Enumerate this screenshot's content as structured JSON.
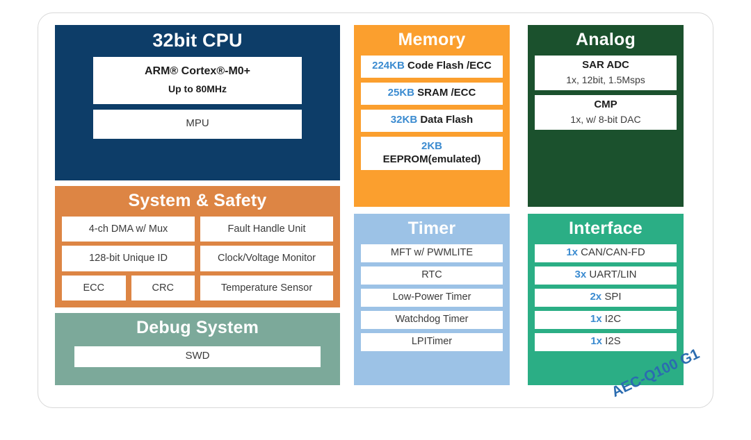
{
  "colors": {
    "cpu": "#0d3d68",
    "system": "#dd8544",
    "debug": "#7ca99a",
    "memory": "#fb9f2e",
    "timer": "#9cc2e6",
    "analog": "#1b512d",
    "interface": "#2bae85",
    "accent_blue": "#3b8bd0",
    "label_blue": "#2b6cb0",
    "card_background": "#ffffff"
  },
  "blocks": {
    "cpu": {
      "title": "32bit CPU",
      "core": {
        "line1": "ARM® Cortex®-M0+",
        "line2": "Up to 80MHz"
      },
      "mpu": "MPU"
    },
    "system": {
      "title": "System & Safety",
      "items": [
        "4-ch DMA w/ Mux",
        "Fault Handle Unit",
        "128-bit Unique ID",
        "Clock/Voltage Monitor",
        "ECC",
        "CRC",
        "Temperature Sensor"
      ]
    },
    "debug": {
      "title": "Debug System",
      "items": [
        "SWD"
      ]
    },
    "memory": {
      "title": "Memory",
      "items": [
        {
          "value": "224KB",
          "label": "Code Flash /ECC"
        },
        {
          "value": "25KB",
          "label": "SRAM /ECC"
        },
        {
          "value": "32KB",
          "label": "Data Flash"
        },
        {
          "value": "2KB",
          "label": "EEPROM(emulated)"
        }
      ]
    },
    "timer": {
      "title": "Timer",
      "items": [
        "MFT w/ PWMLITE",
        "RTC",
        "Low-Power Timer",
        "Watchdog Timer",
        "LPITimer"
      ]
    },
    "analog": {
      "title": "Analog",
      "items": [
        {
          "name": "SAR ADC",
          "spec": "1x, 12bit, 1.5Msps"
        },
        {
          "name": "CMP",
          "spec": "1x, w/ 8-bit DAC"
        }
      ]
    },
    "interface": {
      "title": "Interface",
      "items": [
        {
          "value": "1x",
          "label": "CAN/CAN-FD"
        },
        {
          "value": "3x",
          "label": "UART/LIN"
        },
        {
          "value": "2x",
          "label": "SPI"
        },
        {
          "value": "1x",
          "label": "I2C"
        },
        {
          "value": "1x",
          "label": "I2S"
        }
      ]
    }
  },
  "certification_label": "AEC-Q100 G1"
}
